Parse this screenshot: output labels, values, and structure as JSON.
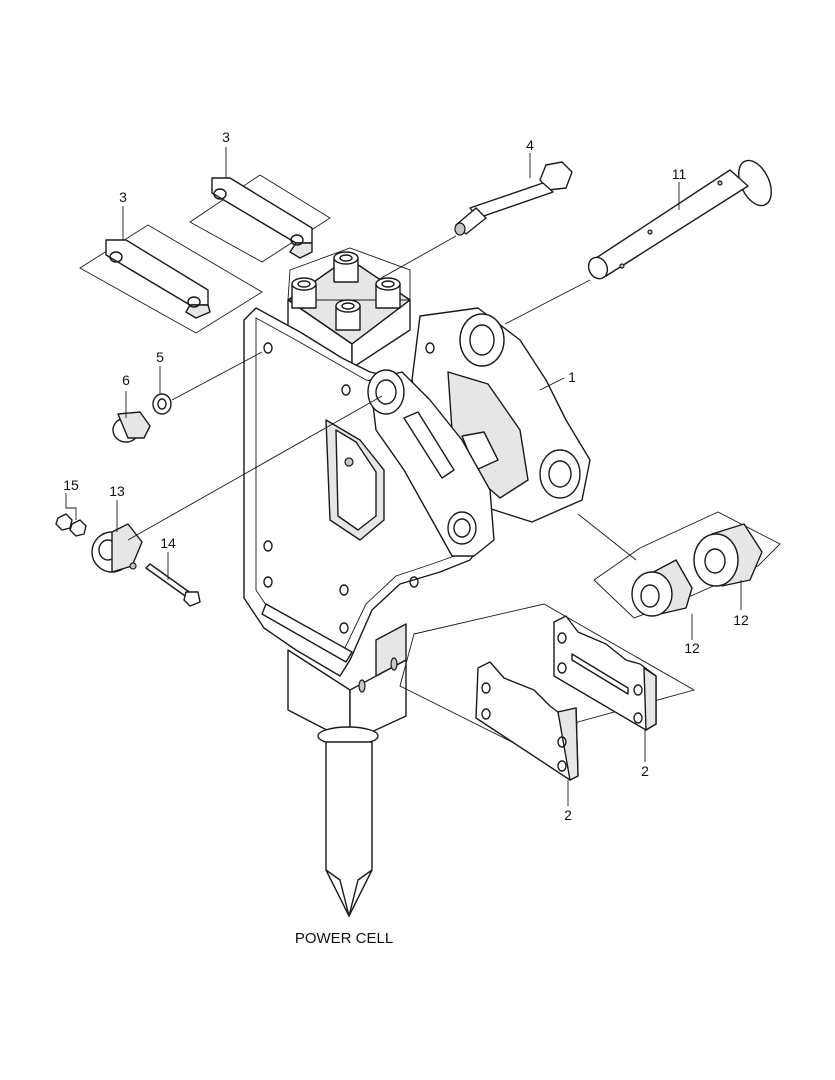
{
  "diagram": {
    "caption": "POWER CELL",
    "callouts": [
      {
        "id": "c3a",
        "label": "3"
      },
      {
        "id": "c3b",
        "label": "3"
      },
      {
        "id": "c4",
        "label": "4"
      },
      {
        "id": "c11",
        "label": "11"
      },
      {
        "id": "c1",
        "label": "1"
      },
      {
        "id": "c5",
        "label": "5"
      },
      {
        "id": "c6",
        "label": "6"
      },
      {
        "id": "c15",
        "label": "15"
      },
      {
        "id": "c13",
        "label": "13"
      },
      {
        "id": "c14",
        "label": "14"
      },
      {
        "id": "c12a",
        "label": "12"
      },
      {
        "id": "c12b",
        "label": "12"
      },
      {
        "id": "c2a",
        "label": "2"
      },
      {
        "id": "c2b",
        "label": "2"
      }
    ]
  }
}
